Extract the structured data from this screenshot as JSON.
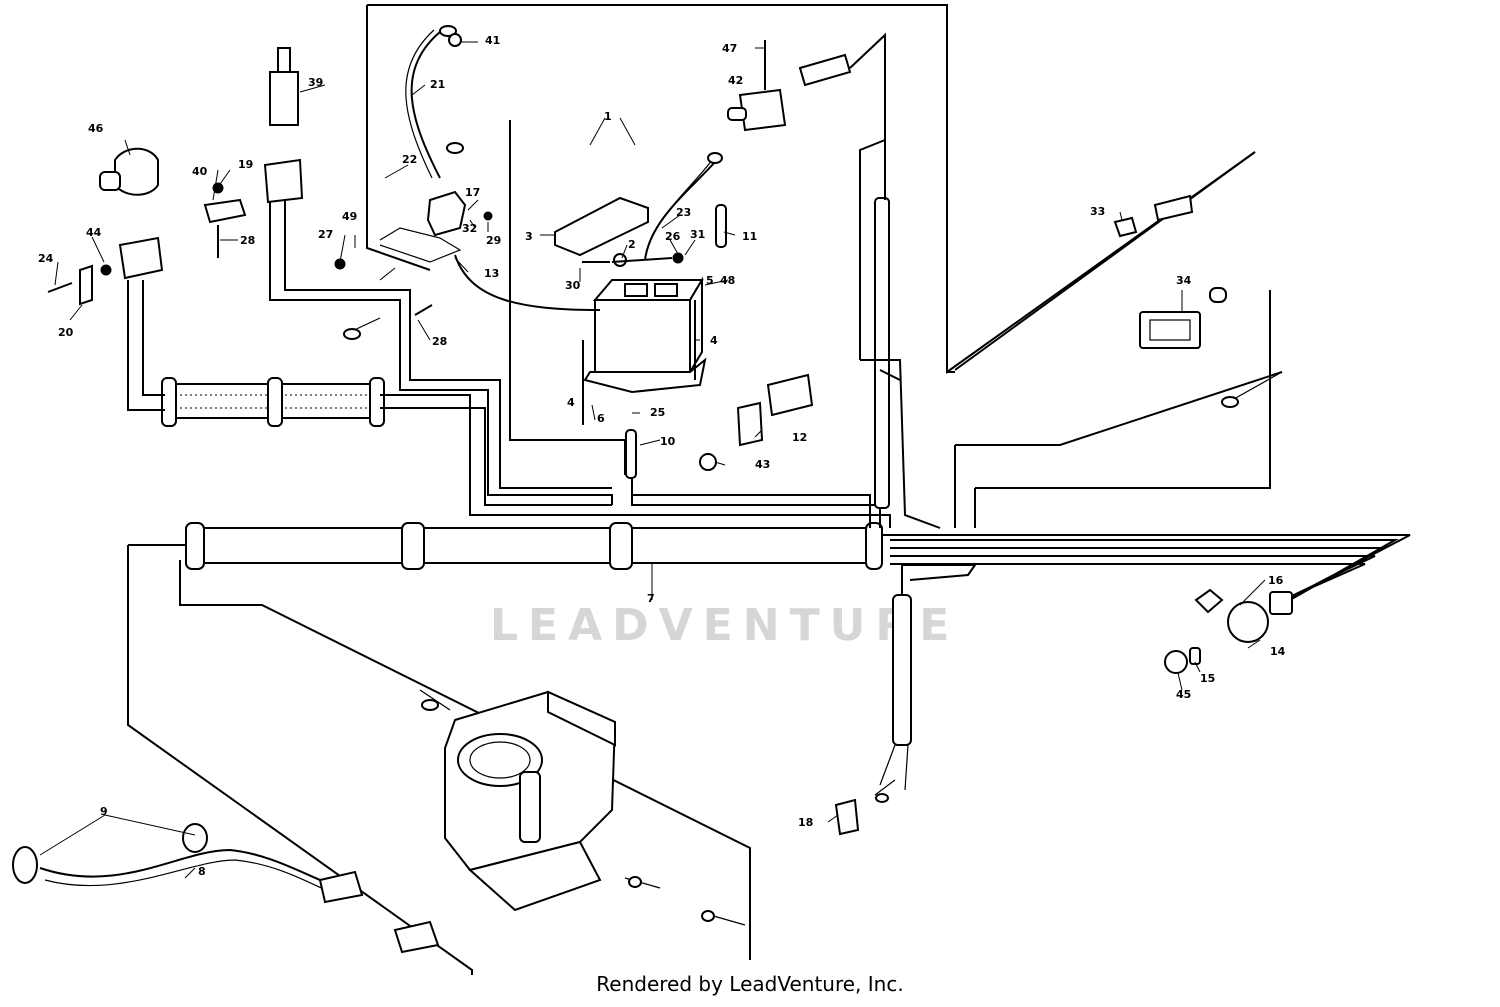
{
  "credit": "Rendered by LeadVenture, Inc.",
  "watermark": "LEADVENTURE",
  "callouts": [
    "1",
    "2",
    "3",
    "4",
    "4",
    "5",
    "6",
    "7",
    "8",
    "9",
    "10",
    "11",
    "12",
    "13",
    "14",
    "15",
    "16",
    "17",
    "18",
    "19",
    "20",
    "21",
    "22",
    "23",
    "24",
    "25",
    "26",
    "27",
    "28",
    "28",
    "29",
    "30",
    "31",
    "32",
    "33",
    "34",
    "39",
    "40",
    "41",
    "42",
    "43",
    "44",
    "45",
    "46",
    "47",
    "48",
    "49"
  ]
}
